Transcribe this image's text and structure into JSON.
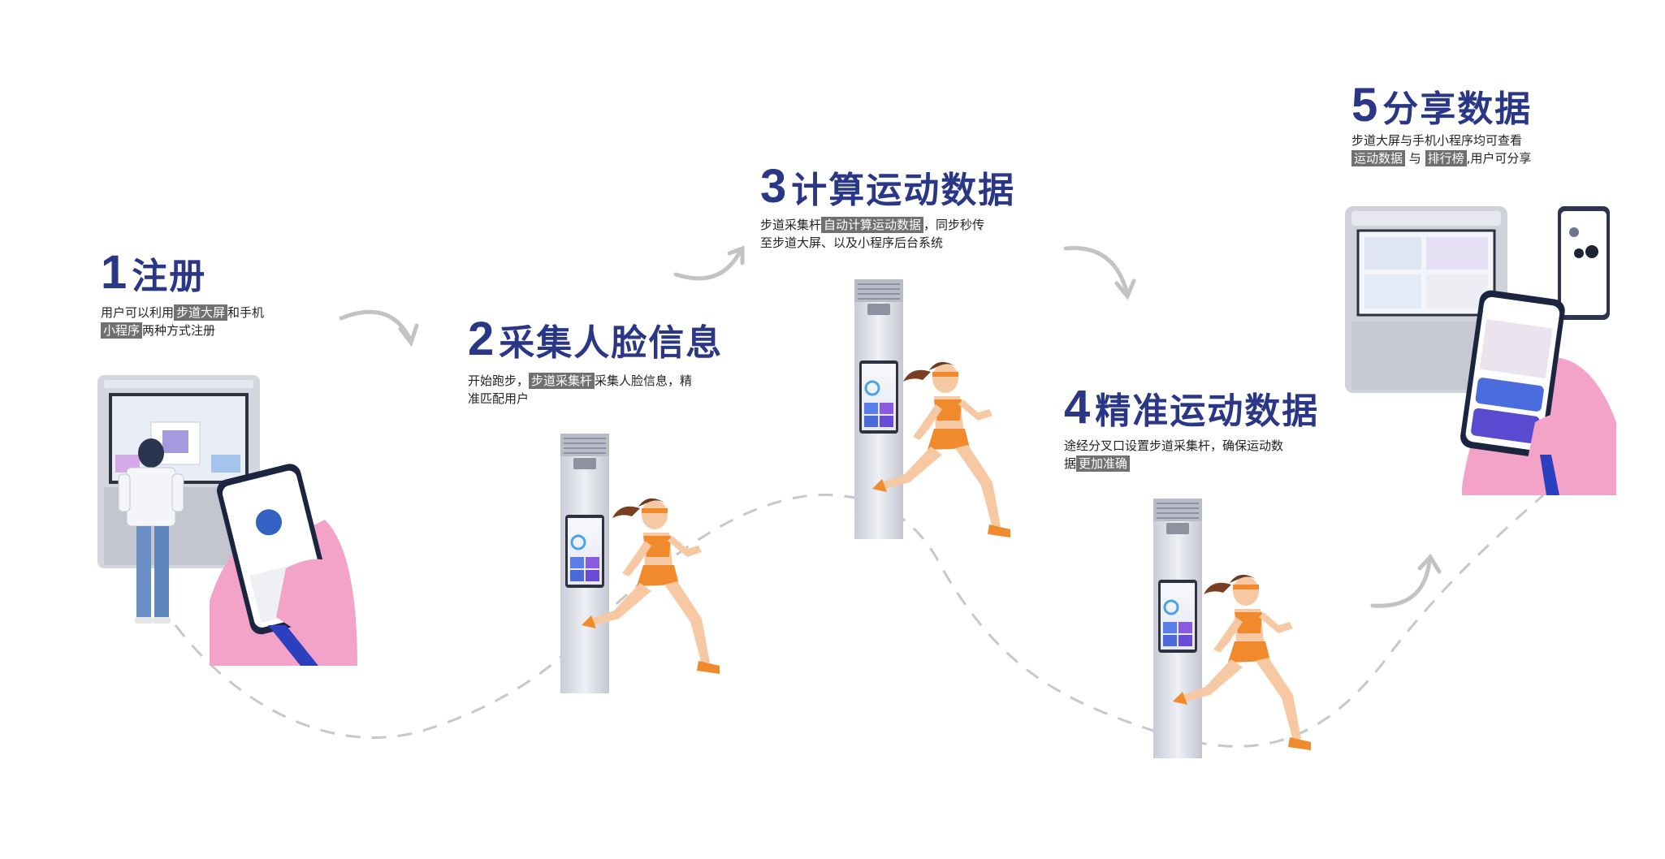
{
  "steps": [
    {
      "num": "1",
      "title": "注册",
      "line1": {
        "pre": "用户可以利用",
        "hl": "步道大屏",
        "post": "和手机"
      },
      "line2": {
        "pre": "",
        "hl": "小程序",
        "post": "两种方式注册"
      }
    },
    {
      "num": "2",
      "title": "采集人脸信息",
      "line1": {
        "pre": "开始跑步，",
        "hl": "步道采集杆",
        "post": "采集人脸信息，精"
      },
      "line2": {
        "pre": "准匹配用户",
        "hl": "",
        "post": ""
      }
    },
    {
      "num": "3",
      "title": "计算运动数据",
      "line1": {
        "pre": "步道采集杆",
        "hl": "自动计算运动数据",
        "post": "，同步秒传"
      },
      "line2": {
        "pre": "至步道大屏、以及小程序后台系统",
        "hl": "",
        "post": ""
      }
    },
    {
      "num": "4",
      "title": "精准运动数据",
      "line1": {
        "pre": "途经分叉口设置步道采集杆，确保运动数",
        "hl": "",
        "post": ""
      },
      "line2": {
        "pre": "据",
        "hl": "更加准确",
        "post": ""
      }
    },
    {
      "num": "5",
      "title": "分享数据",
      "line1": {
        "pre": "步道大屏与手机小程序均可查看",
        "hl": "",
        "post": ""
      },
      "line2": {
        "pre": "",
        "hl": "运动数据",
        "post": " 与 ",
        "hl2": "排行榜",
        "post2": ",用户可分享"
      }
    }
  ],
  "colors": {
    "title": "#2a3686",
    "highlight": "#707070",
    "accent": "#3a8dde",
    "runner_orange": "#f08a2c",
    "hand_pink": "#f4a3c8"
  }
}
